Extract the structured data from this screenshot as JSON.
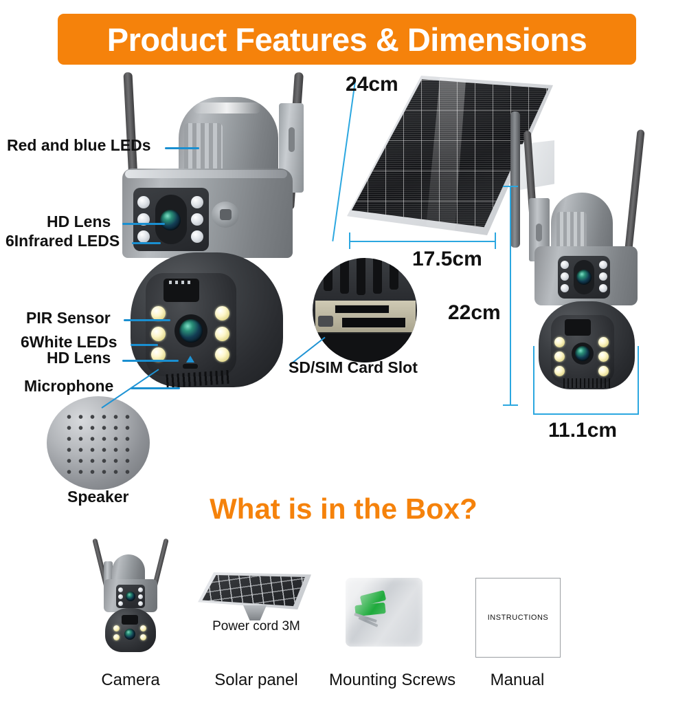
{
  "header": {
    "title": "Product Features & Dimensions",
    "bg_color": "#F5820B",
    "text_color": "#FFFFFF"
  },
  "colors": {
    "accent_orange": "#F5820B",
    "leader_blue": "#1A8FD0",
    "dimension_blue": "#2BA7E0",
    "label_text": "#111111",
    "background": "#FFFFFF"
  },
  "features": {
    "section_name": "Product Features",
    "callouts": [
      {
        "id": "red-blue-leds",
        "label": "Red and blue LEDs"
      },
      {
        "id": "hd-lens-top",
        "label": "HD Lens"
      },
      {
        "id": "infrared-leds",
        "label": "6Infrared LEDS"
      },
      {
        "id": "pir-sensor",
        "label": "PIR Sensor"
      },
      {
        "id": "white-leds",
        "label": "6White LEDs"
      },
      {
        "id": "hd-lens-bottom",
        "label": "HD Lens"
      },
      {
        "id": "microphone",
        "label": "Microphone"
      },
      {
        "id": "speaker",
        "label": "Speaker"
      },
      {
        "id": "sd-sim-slot",
        "label": "SD/SIM Card Slot"
      }
    ]
  },
  "dimensions": {
    "section_name": "Dimensions",
    "items": [
      {
        "id": "solar-panel-height",
        "subject": "Solar panel",
        "value": "24cm",
        "axis": "height"
      },
      {
        "id": "solar-panel-width",
        "subject": "Solar panel",
        "value": "17.5cm",
        "axis": "width"
      },
      {
        "id": "camera-height",
        "subject": "Camera",
        "value": "22cm",
        "axis": "height"
      },
      {
        "id": "camera-width",
        "subject": "Camera",
        "value": "11.1cm",
        "axis": "width"
      }
    ]
  },
  "box_contents": {
    "title": "What is in the Box?",
    "title_color": "#F5820B",
    "items": [
      {
        "id": "camera",
        "label": "Camera",
        "sub": ""
      },
      {
        "id": "solar-panel",
        "label": "Solar panel",
        "sub": "Power cord 3M"
      },
      {
        "id": "mounting-screws",
        "label": "Mounting Screws",
        "sub": ""
      },
      {
        "id": "manual",
        "label": "Manual",
        "sub": "INSTRUCTIONS"
      }
    ]
  }
}
